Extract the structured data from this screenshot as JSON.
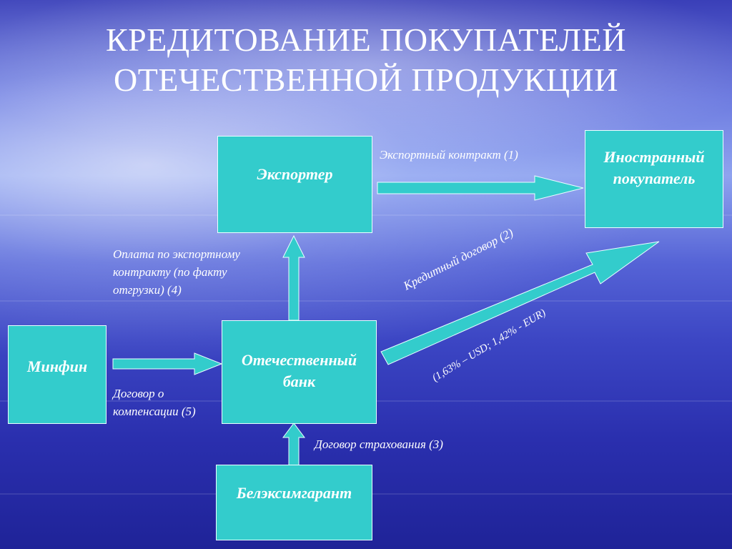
{
  "title": {
    "line1": "КРЕДИТОВАНИЕ ПОКУПАТЕЛЕЙ",
    "line2": "ОТЕЧЕСТВЕННОЙ ПРОДУКЦИИ"
  },
  "nodes": {
    "exporter": "Экспортер",
    "foreign_buyer_line1": "Иностранный",
    "foreign_buyer_line2": "покупатель",
    "minfin": "Минфин",
    "bank_line1": "Отечественный",
    "bank_line2": "банк",
    "belexim": "Белэксимгарант"
  },
  "edges": {
    "export_contract": "Экспортный контракт (1)",
    "payment_line1": "Оплата по экспортному",
    "payment_line2": "контракту (по факту",
    "payment_line3": "отгрузки) (4)",
    "credit_contract": "Кредитный договор (2)",
    "credit_rates": "(1,63% – USD; 1,42% - EUR)",
    "compensation_line1": "Договор о",
    "compensation_line2": "компенсации (5)",
    "insurance": "Договор страхования (3)"
  },
  "colors": {
    "box_fill": "#33cccc",
    "text": "#ffffff"
  }
}
